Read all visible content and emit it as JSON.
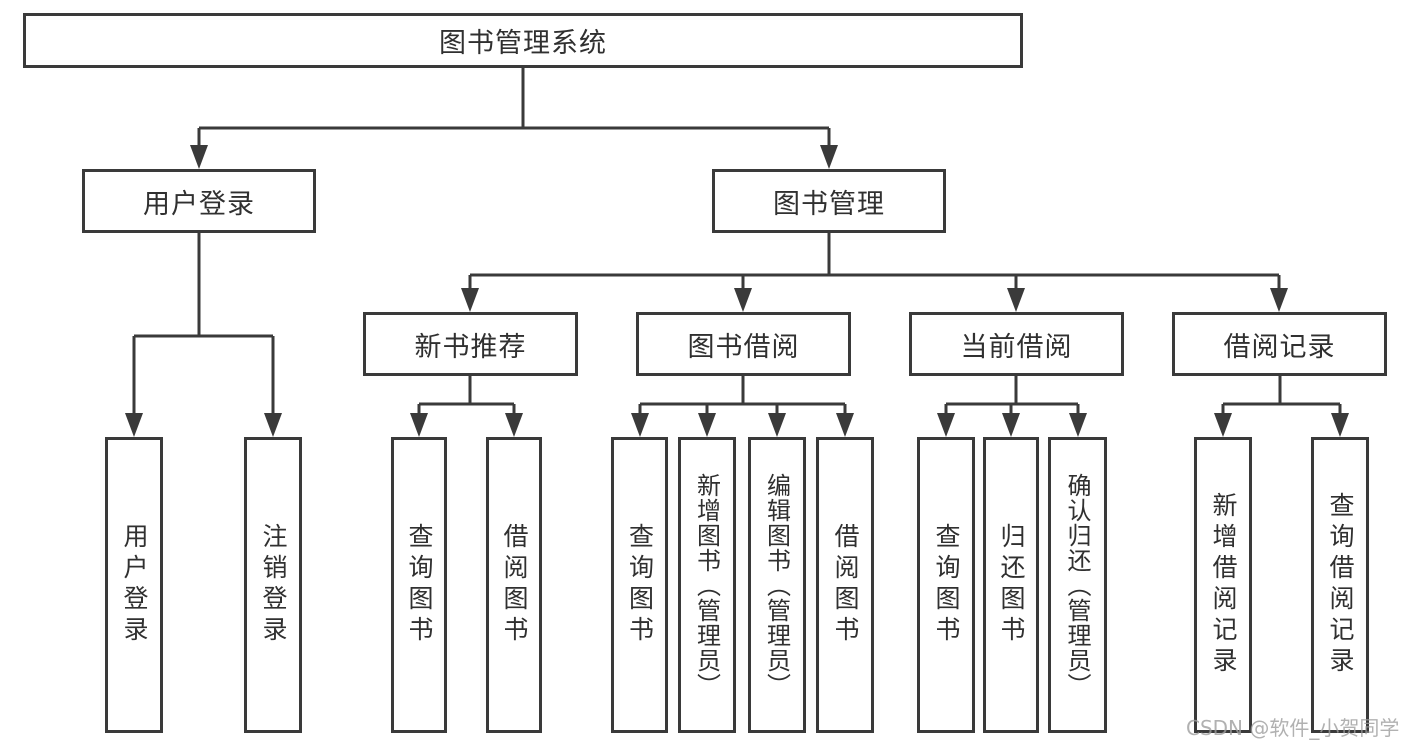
{
  "colors": {
    "line": "#3a3a3a",
    "text": "#303030",
    "box_background": "#ffffff",
    "watermark": "#9e9e9e"
  },
  "watermark": {
    "text": "CSDN @软件_小贺同学"
  },
  "tree": {
    "root": {
      "label": "图书管理系统"
    },
    "branches": [
      {
        "label": "用户登录",
        "children": [
          {
            "label": "用户登录"
          },
          {
            "label": "注销登录"
          }
        ]
      },
      {
        "label": "图书管理",
        "children": [
          {
            "label": "新书推荐",
            "children": [
              {
                "label": "查询图书"
              },
              {
                "label": "借阅图书"
              }
            ]
          },
          {
            "label": "图书借阅",
            "children": [
              {
                "label": "查询图书"
              },
              {
                "label": "新增图书（管理员）"
              },
              {
                "label": "编辑图书（管理员）"
              },
              {
                "label": "借阅图书"
              }
            ]
          },
          {
            "label": "当前借阅",
            "children": [
              {
                "label": "查询图书"
              },
              {
                "label": "归还图书"
              },
              {
                "label": "确认归还（管理员）"
              }
            ]
          },
          {
            "label": "借阅记录",
            "children": [
              {
                "label": "新增借阅记录"
              },
              {
                "label": "查询借阅记录"
              }
            ]
          }
        ]
      }
    ]
  }
}
